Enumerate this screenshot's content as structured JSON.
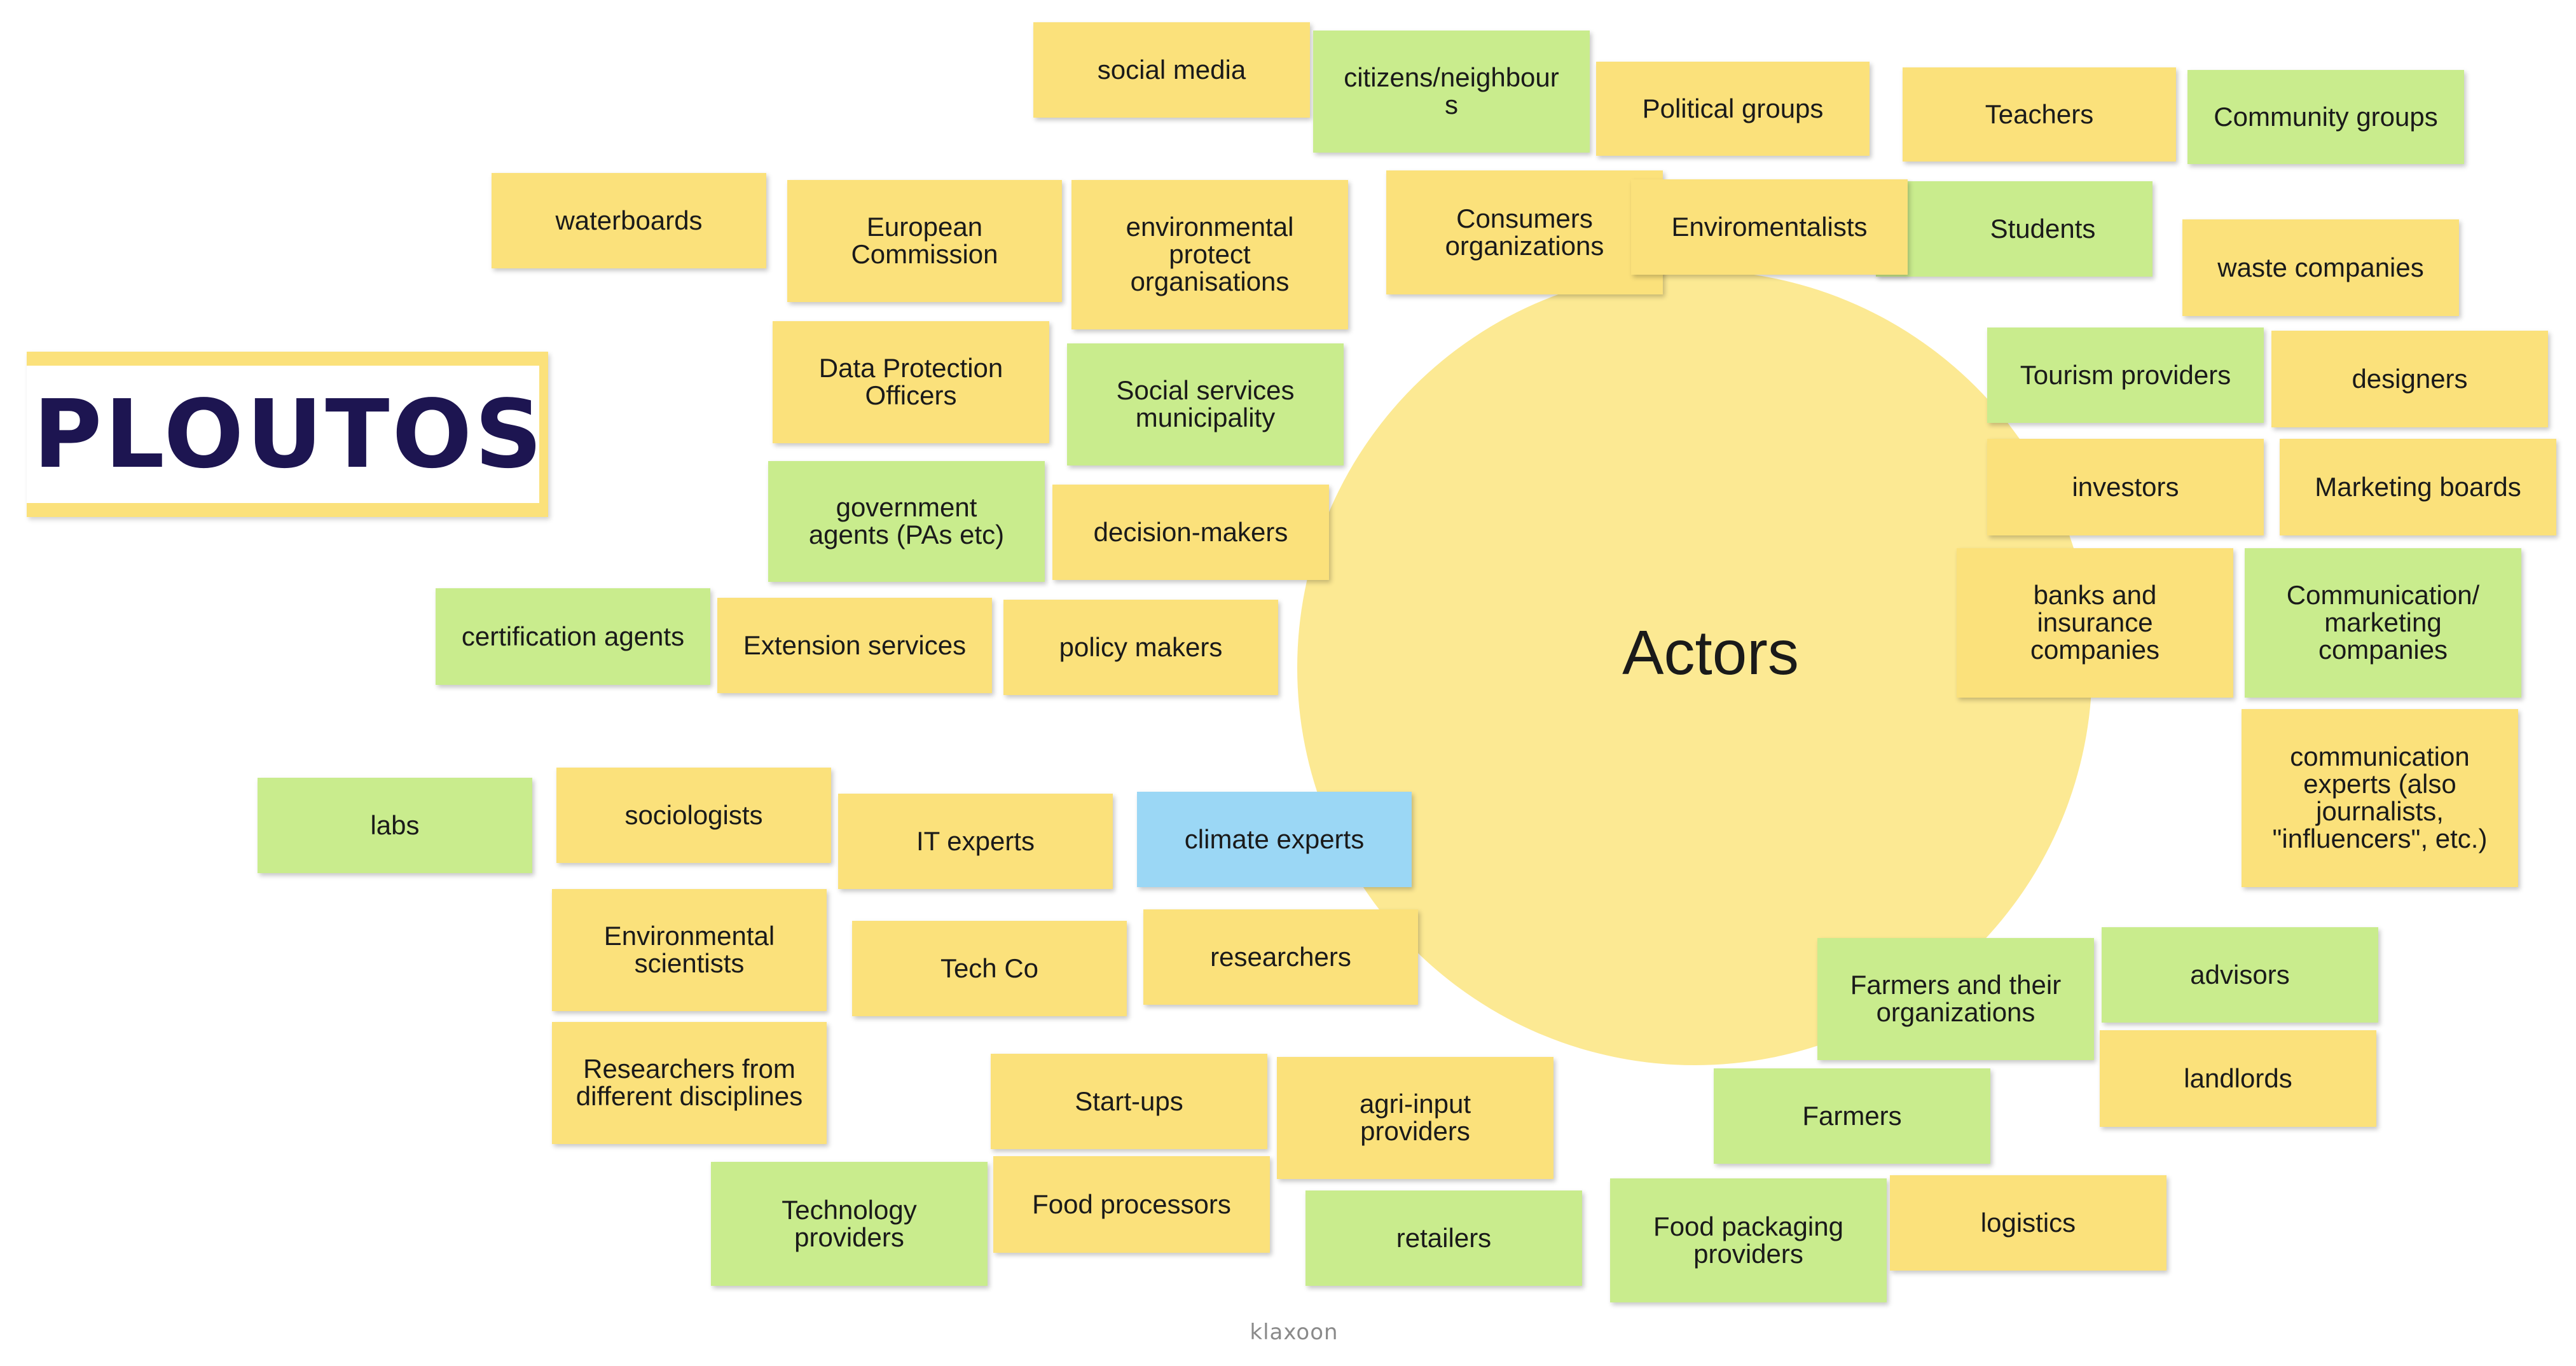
{
  "logo": {
    "text": "PLOUTOS"
  },
  "center": {
    "label": "Actors"
  },
  "watermark": {
    "text": "klaxoon"
  },
  "colors": {
    "yellow": "#fbe17b",
    "green": "#c9ec8d",
    "blue": "#9bd7f5",
    "circle": "#fce993",
    "logo_text": "#1d1551"
  },
  "notes": {
    "social_media": "social media",
    "citizens": "citizens/neighbour\ns",
    "political_groups": "Political groups",
    "teachers": "Teachers",
    "community_groups": "Community groups",
    "waterboards": "waterboards",
    "european_commission": "European\nCommission",
    "environmental_protect": "environmental\nprotect\norganisations",
    "consumers": "Consumers\norganizations",
    "enviromentalists": "Enviromentalists",
    "students": "Students",
    "waste_companies": "waste companies",
    "data_protection": "Data Protection\nOfficers",
    "social_services": "Social services\nmunicipality",
    "tourism_providers": "Tourism providers",
    "designers": "designers",
    "government_agents": "government\nagents (PAs etc)",
    "decision_makers": "decision-makers",
    "investors": "investors",
    "marketing_boards": "Marketing boards",
    "certification_agents": "certification agents",
    "extension_services": "Extension services",
    "policy_makers": "policy makers",
    "banks": "banks and\ninsurance\ncompanies",
    "communication_marketing": "Communication/\nmarketing\ncompanies",
    "communication_experts": "communication\nexperts (also\njournalists,\n\"influencers\", etc.)",
    "labs": "labs",
    "sociologists": "sociologists",
    "it_experts": "IT experts",
    "climate_experts": "climate experts",
    "environmental_scientists": "Environmental\nscientists",
    "tech_co": "Tech Co",
    "researchers": "researchers",
    "researchers_disciplines": "Researchers from\ndifferent disciplines",
    "farmers_organizations": "Farmers and their\norganizations",
    "advisors": "advisors",
    "landlords": "landlords",
    "start_ups": "Start-ups",
    "agri_input": "agri-input\nproviders",
    "farmers": "Farmers",
    "technology_providers": "Technology\nproviders",
    "food_processors": "Food processors",
    "retailers": "retailers",
    "food_packaging": "Food packaging\nproviders",
    "logistics": "logistics"
  }
}
